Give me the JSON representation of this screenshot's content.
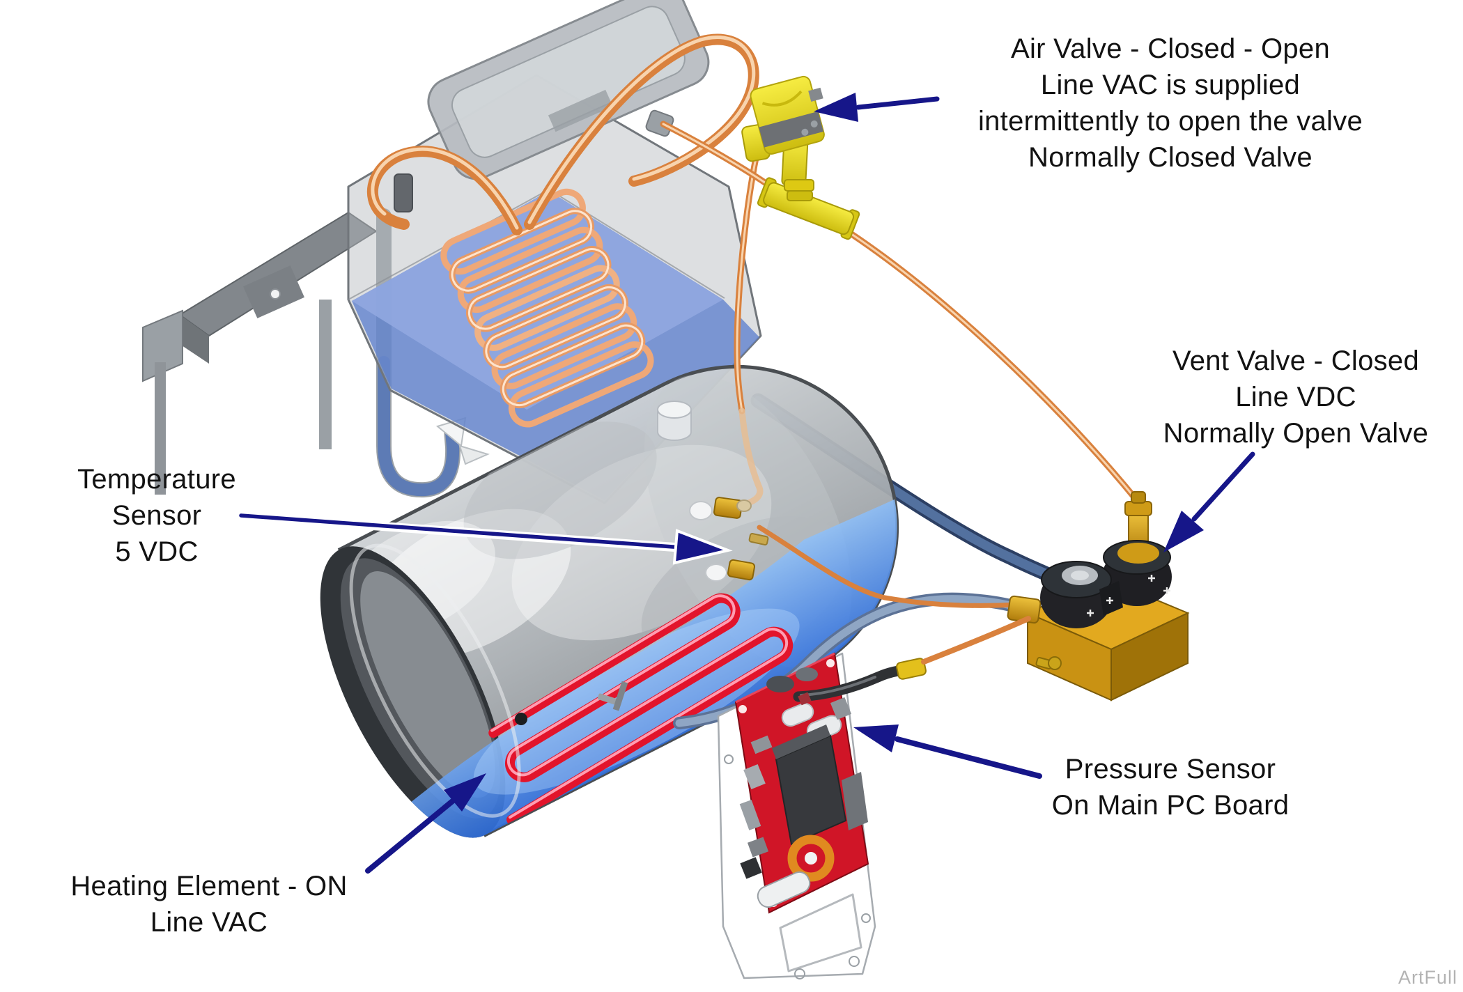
{
  "colors": {
    "annotation_navy": "#161689",
    "text": "#121212",
    "watermark_gray": "#b3b3b3",
    "copper": "#d9813d",
    "copper_light": "#f8d4ae",
    "brass": "#d99b15",
    "valve_yellow": "#ece11c",
    "pcb_red": "#d01527",
    "heater_red": "#e2142b",
    "tank_water_blue": "#5d80cd",
    "chamber_water_blue": "#2e6fe0",
    "hose_navy": "#3d5480"
  },
  "labels": {
    "air_valve": {
      "line1": "Air Valve - Closed - Open",
      "line2": "Line VAC is supplied",
      "line3": "intermittently to open the valve",
      "line4": "Normally Closed Valve"
    },
    "vent_valve": {
      "line1": "Vent Valve - Closed",
      "line2": "Line VDC",
      "line3": "Normally Open Valve"
    },
    "temperature_sensor": {
      "line1": "Temperature",
      "line2": "Sensor",
      "line3": "5 VDC"
    },
    "heating_element": {
      "line1": "Heating Element - ON",
      "line2": "Line VAC"
    },
    "pressure_sensor": {
      "line1": "Pressure Sensor",
      "line2": "On Main PC Board"
    }
  },
  "watermark": "ArtFull"
}
